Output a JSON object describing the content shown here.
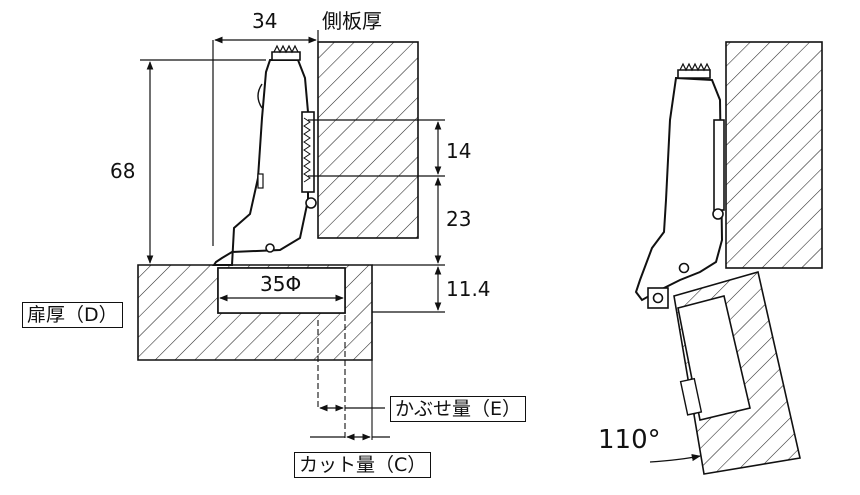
{
  "dimensions": {
    "width_34": "34",
    "height_68": "68",
    "side_panel_thickness": "側板厚",
    "dim_14": "14",
    "dim_23": "23",
    "dim_11_4": "11.4",
    "cup_diameter": "35Φ",
    "opening_angle": "110°"
  },
  "labels": {
    "door_thickness": "扉厚（D）",
    "overlay": "かぶせ量（E）",
    "cut_amount": "カット量（C）"
  }
}
